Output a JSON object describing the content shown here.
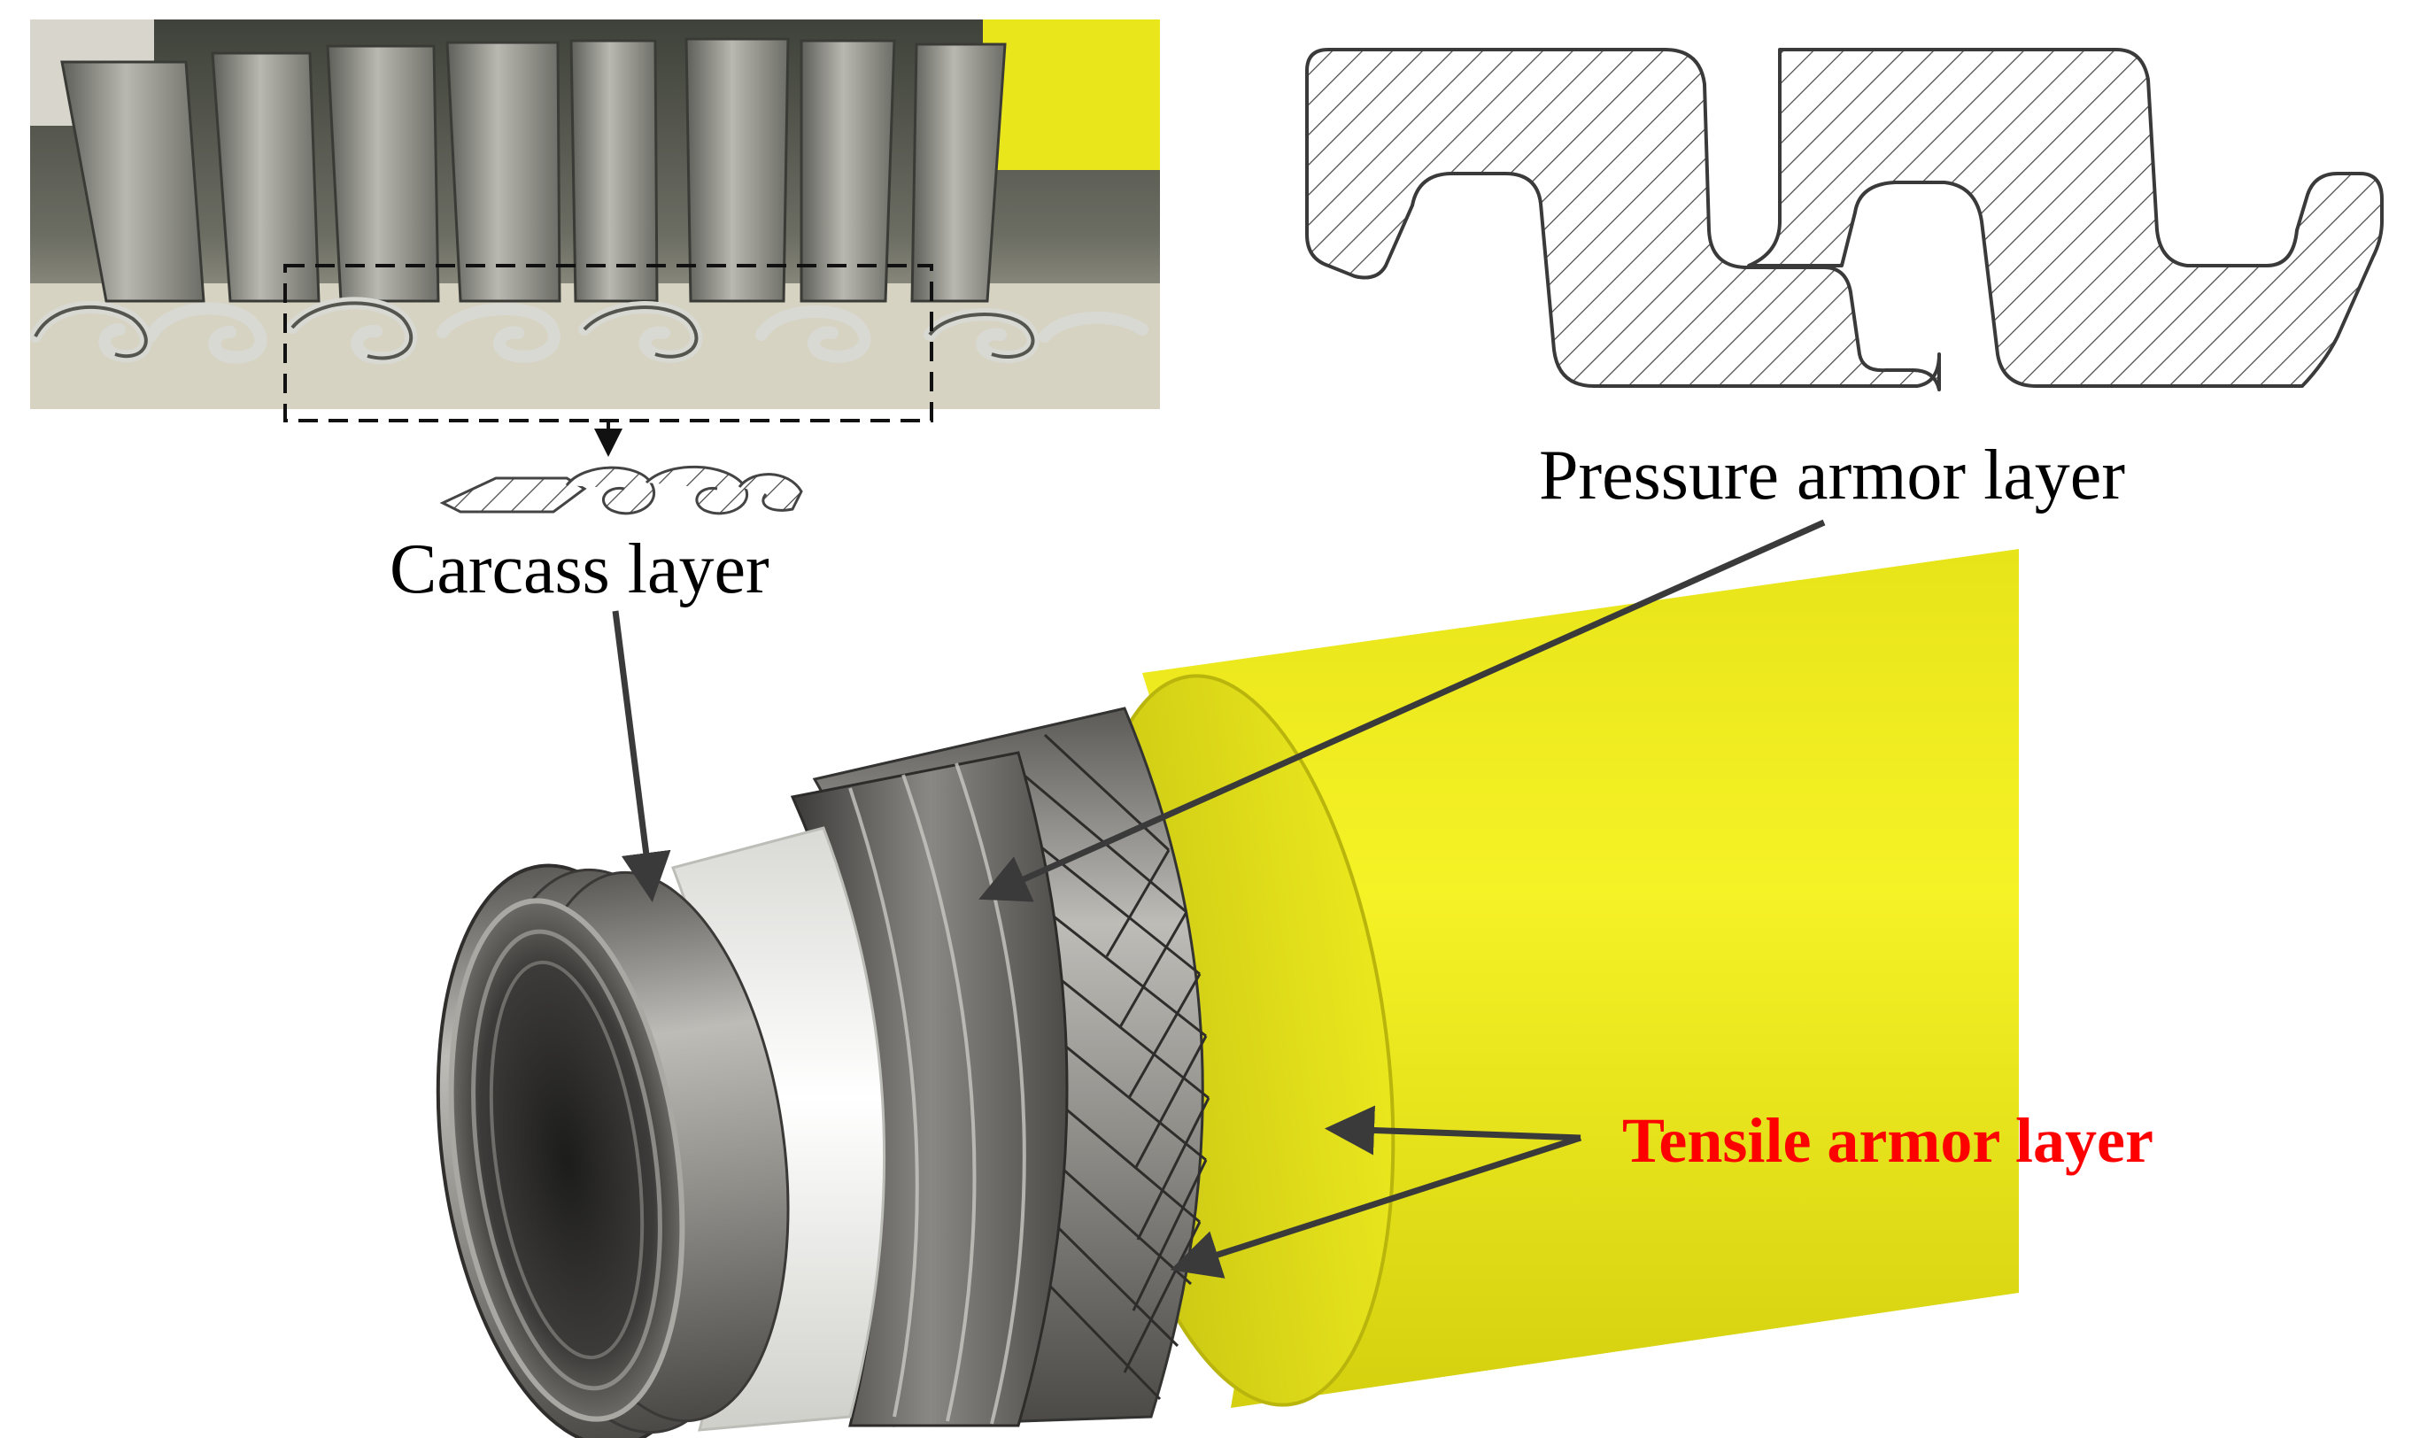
{
  "labels": {
    "carcass": "Carcass layer",
    "pressure": "Pressure armor layer",
    "tensile": "Tensile armor layer"
  },
  "colors": {
    "jacket_yellow": "#f2ee1c",
    "tensile_label": "#ff0000",
    "steel": "#8c8a86",
    "liner_white": "#f4f4f1",
    "arrow": "#3a3a3a"
  },
  "icons": {
    "carcass_photo": "interlocked-strip-photo",
    "carcass_profile": "carcass-profile-sketch",
    "pressure_profile": "zeta-profile-cross-section",
    "pipe": "flexible-pipe-cutaway"
  }
}
